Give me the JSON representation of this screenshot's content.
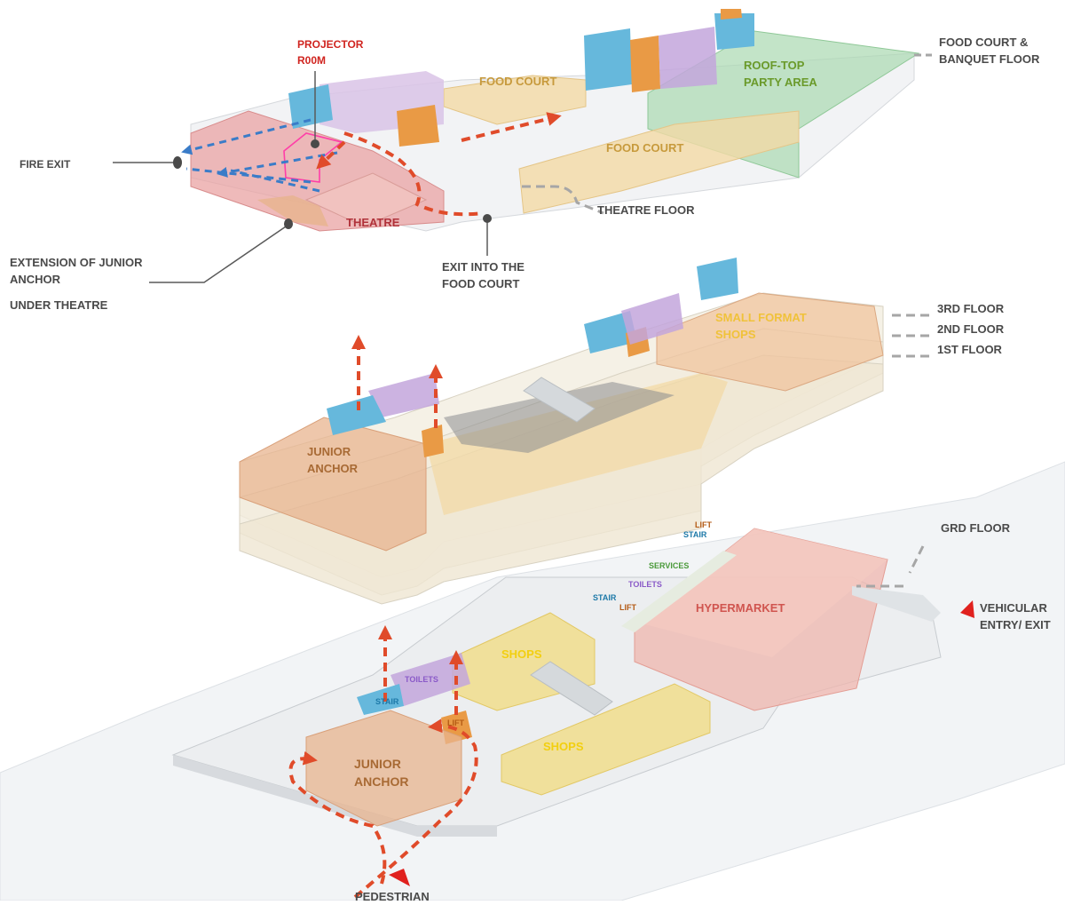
{
  "colors": {
    "theatre": "#e9a3a3",
    "food_court": "#f3d9a5",
    "roof_top": "#a9d9b0",
    "stair": "#66b8dc",
    "lift": "#e99a45",
    "toilets": "#c3a6dc",
    "services_text": "#4a9a3a",
    "junior_anchor": "#e8b48f",
    "shops": "#f1dc86",
    "hypermarket": "#efb6ad",
    "fire_exit_arrow": "#3a7cc8",
    "circulation_arrow": "#e04b2a",
    "leader_line": "#5a5a5a"
  },
  "labels": {
    "projector_room": [
      "PROJECTOR",
      "R00M"
    ],
    "food_court_banquet": [
      "FOOD COURT &",
      "BANQUET FLOOR"
    ],
    "food_court_top": "FOOD COURT",
    "roof_top": [
      "ROOF-TOP",
      "PARTY AREA"
    ],
    "food_court_mid": "FOOD COURT",
    "fire_exit": "FIRE EXIT",
    "theatre": "THEATRE",
    "theatre_floor": "THEATRE FLOOR",
    "extension": [
      "EXTENSION OF JUNIOR",
      "ANCHOR"
    ],
    "under_theatre": "UNDER THEATRE",
    "exit_food_court": [
      "EXIT INTO THE",
      "FOOD COURT"
    ],
    "floor_3": "3RD FLOOR",
    "floor_2": "2ND FLOOR",
    "floor_1": "1ST FLOOR",
    "small_format": [
      "SMALL FORMAT",
      "SHOPS"
    ],
    "junior_anchor_upper": [
      "JUNIOR",
      "ANCHOR"
    ],
    "grd_floor": "GRD FLOOR",
    "lift_top": "LIFT",
    "stair_top": "STAIR",
    "services": "SERVICES",
    "toilets_right": "TOILETS",
    "stair_right": "STAIR",
    "lift_right": "LIFT",
    "hypermarket": "HYPERMARKET",
    "vehicular": [
      "VEHICULAR",
      "ENTRY/ EXIT"
    ],
    "shops_top": "SHOPS",
    "toilets_left": "TOILETS",
    "stair_left": "STAIR",
    "lift_left": "LIFT",
    "shops_bottom": "SHOPS",
    "junior_anchor_ground": [
      "JUNIOR",
      "ANCHOR"
    ],
    "pedestrian": "PEDESTRIAN"
  }
}
